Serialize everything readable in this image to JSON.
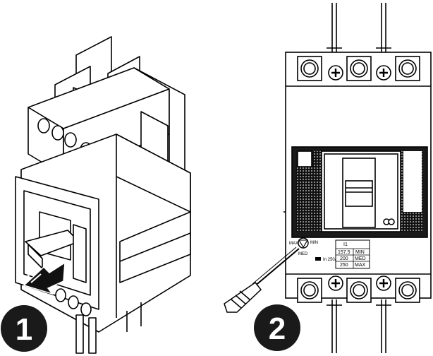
{
  "steps": [
    {
      "number": "1"
    },
    {
      "number": "2"
    }
  ],
  "front_panel": {
    "dial_labels": {
      "max": "MAX",
      "min": "MIN",
      "med": "MED"
    },
    "rating_label": "In 250A",
    "setting_header": "I1",
    "settings": [
      {
        "value": "157.5",
        "label": "MIN"
      },
      {
        "value": "200",
        "label": "MED"
      },
      {
        "value": "250",
        "label": "MAX"
      }
    ]
  },
  "colors": {
    "line": "#000000",
    "fill": "#ffffff",
    "screen": "#1a1a1a",
    "step_badge": "#1a1a1a"
  }
}
